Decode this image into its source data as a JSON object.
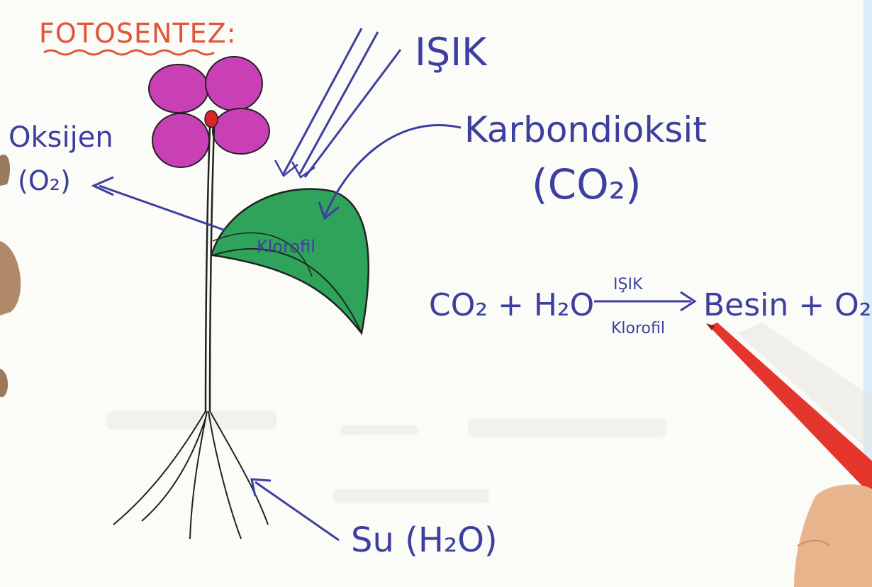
{
  "title": "FOTOSENTEZ:",
  "labels": {
    "light": "IŞIK",
    "oxygen_word": "Oksijen",
    "oxygen_formula": "(O₂)",
    "co2_word": "Karbondioksit",
    "co2_formula": "(CO₂)",
    "chlorophyll_leaf": "Klorofil",
    "water": "Su (H₂O)"
  },
  "equation": {
    "reactants": "CO₂ + H₂O",
    "above_arrow": "IŞIK",
    "below_arrow": "Klorofil",
    "products": "Besin + O₂"
  },
  "colors": {
    "ink": "#3d3fa0",
    "title": "#e2543a",
    "petal": "#c93fb6",
    "leaf": "#2fa35a",
    "pen": "#e5362e"
  }
}
